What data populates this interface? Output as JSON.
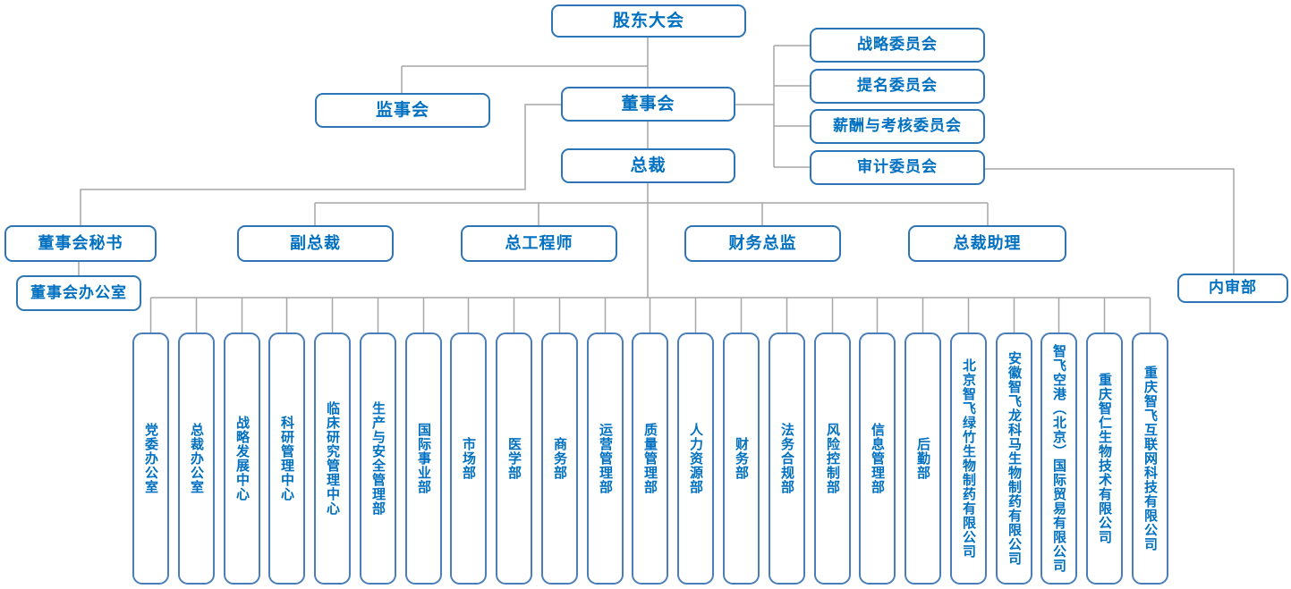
{
  "colors": {
    "node_border": "#2e75b6",
    "department_border": "#4a7eba",
    "label_text": "#0070c0",
    "connector_line": "#a6a6a6",
    "background": "#ffffff"
  },
  "org": {
    "shareholders_meeting": "股东大会",
    "supervisory_board": "监事会",
    "board_of_directors": "董事会",
    "president": "总裁",
    "committees": [
      "战略委员会",
      "提名委员会",
      "薪酬与考核委员会",
      "审计委员会"
    ],
    "executives": [
      "董事会秘书",
      "副总裁",
      "总工程师",
      "财务总监",
      "总裁助理"
    ],
    "board_office": "董事会办公室",
    "internal_audit_dept": "内审部",
    "departments": [
      "党委办公室",
      "总裁办公室",
      "战略发展中心",
      "科研管理中心",
      "临床研究管理中心",
      "生产与安全管理部",
      "国际事业部",
      "市场部",
      "医学部",
      "商务部",
      "运营管理部",
      "质量管理部",
      "人力资源部",
      "财务部",
      "法务合规部",
      "风险控制部",
      "信息管理部",
      "后勤部",
      "北京智飞绿竹生物制药有限公司",
      "安徽智飞龙科马生物制药有限公司",
      "智飞空港（北京）国际贸易有限公司",
      "重庆智仁生物技术有限公司",
      "重庆智飞互联网科技有限公司"
    ]
  }
}
